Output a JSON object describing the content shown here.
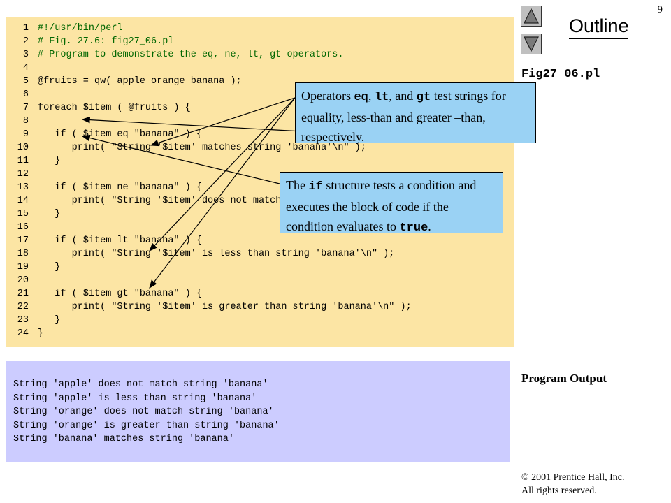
{
  "slide": {
    "page_number": "9",
    "outline_title": "Outline",
    "file_name": "Fig27_06.pl",
    "program_output_label": "Program Output",
    "copyright_line1": "© 2001 Prentice Hall, Inc.",
    "copyright_line2": "All rights reserved."
  },
  "nav": {
    "up_icon": "triangle-up-icon",
    "down_icon": "triangle-down-icon"
  },
  "code_lines": [
    {
      "num": "1",
      "text": "#!/usr/bin/perl",
      "kind": "comment"
    },
    {
      "num": "2",
      "text": "# Fig. 27.6: fig27_06.pl",
      "kind": "comment"
    },
    {
      "num": "3",
      "text": "# Program to demonstrate the eq, ne, lt, gt operators.",
      "kind": "comment"
    },
    {
      "num": "4",
      "text": "",
      "kind": "code"
    },
    {
      "num": "5",
      "text": "@fruits = qw( apple orange banana );",
      "kind": "code"
    },
    {
      "num": "6",
      "text": "",
      "kind": "code"
    },
    {
      "num": "7",
      "text": "foreach $item ( @fruits ) {",
      "kind": "code"
    },
    {
      "num": "8",
      "text": "",
      "kind": "code"
    },
    {
      "num": "9",
      "text": "   if ( $item eq \"banana\" ) {",
      "kind": "code"
    },
    {
      "num": "10",
      "text": "      print( \"String '$item' matches string 'banana'\\n\" );",
      "kind": "code"
    },
    {
      "num": "11",
      "text": "   }",
      "kind": "code"
    },
    {
      "num": "12",
      "text": "",
      "kind": "code"
    },
    {
      "num": "13",
      "text": "   if ( $item ne \"banana\" ) {",
      "kind": "code"
    },
    {
      "num": "14",
      "text": "      print( \"String '$item' does not match string 'banana'\\n\" );",
      "kind": "code"
    },
    {
      "num": "15",
      "text": "   }",
      "kind": "code"
    },
    {
      "num": "16",
      "text": "",
      "kind": "code"
    },
    {
      "num": "17",
      "text": "   if ( $item lt \"banana\" ) {",
      "kind": "code"
    },
    {
      "num": "18",
      "text": "      print( \"String '$item' is less than string 'banana'\\n\" );",
      "kind": "code"
    },
    {
      "num": "19",
      "text": "   }",
      "kind": "code"
    },
    {
      "num": "20",
      "text": "",
      "kind": "code"
    },
    {
      "num": "21",
      "text": "   if ( $item gt \"banana\" ) {",
      "kind": "code"
    },
    {
      "num": "22",
      "text": "      print( \"String '$item' is greater than string 'banana'\\n\" );",
      "kind": "code"
    },
    {
      "num": "23",
      "text": "   }",
      "kind": "code"
    },
    {
      "num": "24",
      "text": "}",
      "kind": "code"
    }
  ],
  "output_lines": [
    "String 'apple' does not match string 'banana'",
    "String 'apple' is less than string 'banana'",
    "String 'orange' does not match string 'banana'",
    "String 'orange' is greater than string 'banana'",
    "String 'banana' matches string 'banana'"
  ],
  "callout_operators": {
    "part1": "Operators ",
    "op1": "eq",
    "part2": ", ",
    "op2": "lt",
    "part3": ", and ",
    "op3": "gt",
    "part4": " test strings for equality, less-than and greater –than, respectively."
  },
  "callout_if": {
    "part1": "The ",
    "kw": "if",
    "part2": " structure tests a condition and executes the block of code if the condition evaluates to ",
    "kw2": "true",
    "part3": "."
  }
}
